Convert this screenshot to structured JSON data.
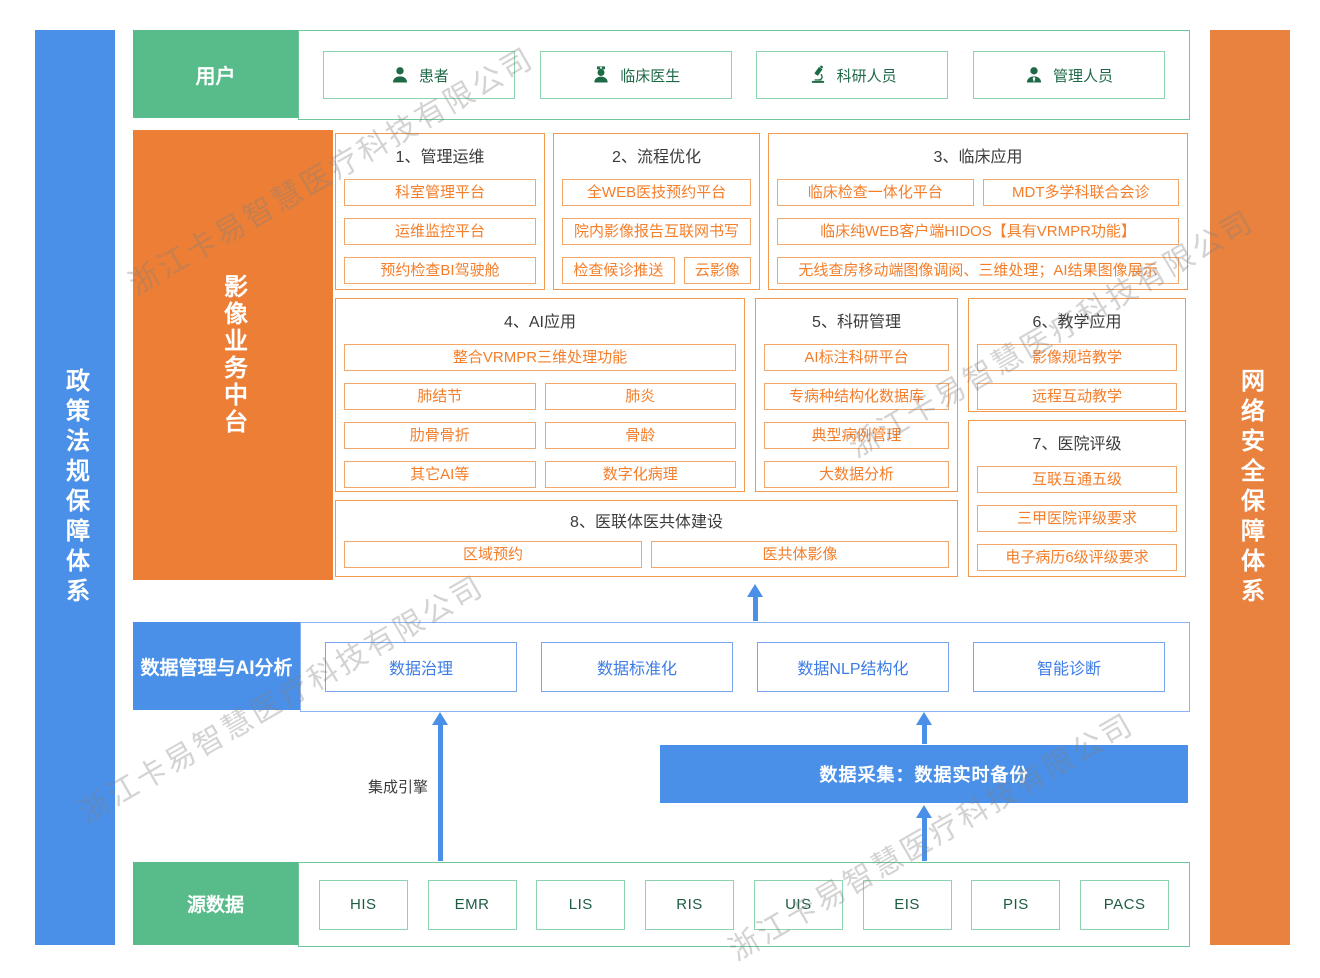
{
  "watermark": {
    "text": "浙江卡易智慧医疗科技有限公司"
  },
  "side_bars": {
    "left": {
      "label": "政策法规保障体系",
      "color": "#4a90e8"
    },
    "right": {
      "label": "网络安全保障体系",
      "color": "#e8823e"
    }
  },
  "users_row": {
    "label": "用户",
    "items": [
      {
        "label": "患者",
        "icon": "patient-icon"
      },
      {
        "label": "临床医生",
        "icon": "doctor-icon"
      },
      {
        "label": "科研人员",
        "icon": "microscope-icon"
      },
      {
        "label": "管理人员",
        "icon": "manager-icon"
      }
    ]
  },
  "imaging_platform": {
    "label": "影像业务中台",
    "sections": [
      {
        "title": "1、管理运维",
        "items": [
          "科室管理平台",
          "运维监控平台",
          "预约检查BI驾驶舱"
        ]
      },
      {
        "title": "2、流程优化",
        "items": [
          "全WEB医技预约平台",
          "院内影像报告互联网书写",
          "检查候诊推送",
          "云影像"
        ]
      },
      {
        "title": "3、临床应用",
        "items": [
          "临床检查一体化平台",
          "MDT多学科联合会诊",
          "临床纯WEB客户端HIDOS【具有VRMPR功能】",
          "无线查房移动端图像调阅、三维处理；AI结果图像展示"
        ]
      },
      {
        "title": "4、AI应用",
        "items": [
          "整合VRMPR三维处理功能",
          "肺结节",
          "肺炎",
          "肋骨骨折",
          "骨龄",
          "其它AI等",
          "数字化病理"
        ]
      },
      {
        "title": "5、科研管理",
        "items": [
          "AI标注科研平台",
          "专病种结构化数据库",
          "典型病例管理",
          "大数据分析"
        ]
      },
      {
        "title": "6、教学应用",
        "items": [
          "影像规培教学",
          "远程互动教学"
        ]
      },
      {
        "title": "7、医院评级",
        "items": [
          "互联互通五级",
          "三甲医院评级要求",
          "电子病历6级评级要求"
        ]
      },
      {
        "title": "8、医联体医共体建设",
        "items": [
          "区域预约",
          "医共体影像"
        ]
      }
    ]
  },
  "data_mgmt_row": {
    "label": "数据管理与AI分析",
    "items": [
      "数据治理",
      "数据标准化",
      "数据NLP结构化",
      "智能诊断"
    ]
  },
  "integration": {
    "engine_label": "集成引擎",
    "collect_label": "数据采集：数据实时备份"
  },
  "source_row": {
    "label": "源数据",
    "items": [
      "HIS",
      "EMR",
      "LIS",
      "RIS",
      "UIS",
      "EIS",
      "PIS",
      "PACS"
    ]
  },
  "colors": {
    "green": "#57bb8a",
    "orange": "#ec7e35",
    "blue": "#4a90e8",
    "orange_text": "#f47e2a",
    "green_text": "#1e6a47",
    "blue_text": "#3c7ce6"
  }
}
